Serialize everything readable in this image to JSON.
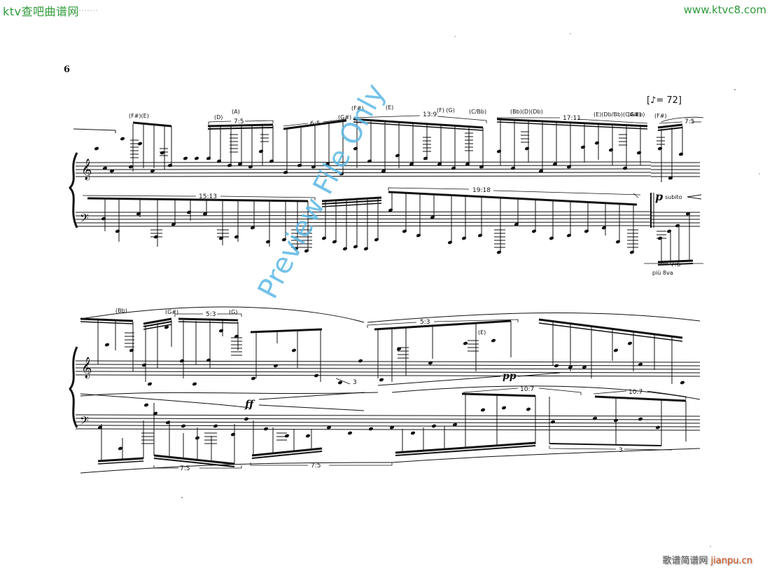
{
  "header": {
    "site_left": "ktv查吧曲谱网",
    "site_right": "www.ktvc8.com"
  },
  "page": {
    "number": "6",
    "tempo_marking": "[♪= 72]"
  },
  "system1": {
    "treble_annotations": [
      "(F#)(E)",
      "(D)",
      "(A)",
      "(G#)",
      "(F#)",
      "(E)",
      "(F) (G)",
      "(C/Bb)",
      "(Bb)(D)(Db)",
      "(E)(Db/Bb)(C#/Eb)",
      "(G#)",
      "(F#)"
    ],
    "treble_tuplets": [
      "7:5",
      "6:5",
      "13:9",
      "17:11",
      "7:5"
    ],
    "bass_tuplets": [
      "15:13",
      "19:18",
      "7:6"
    ],
    "dynamic": "p",
    "dynamic_text": "subito",
    "pedal_text": "più 8va"
  },
  "system2": {
    "treble_annotations": [
      "(Bb)",
      "(G#)",
      "(G)",
      "(E)"
    ],
    "treble_tuplets": [
      "5:3",
      "5:3",
      "3"
    ],
    "bass_tuplets": [
      "10:7",
      "10:7",
      "7:5",
      "7:5",
      "3"
    ],
    "dynamics": [
      "ff",
      "pp"
    ]
  },
  "watermark": "Preview File Only",
  "footer": {
    "cn": "歌谱简谱网",
    "en": "jianpu.cn"
  }
}
